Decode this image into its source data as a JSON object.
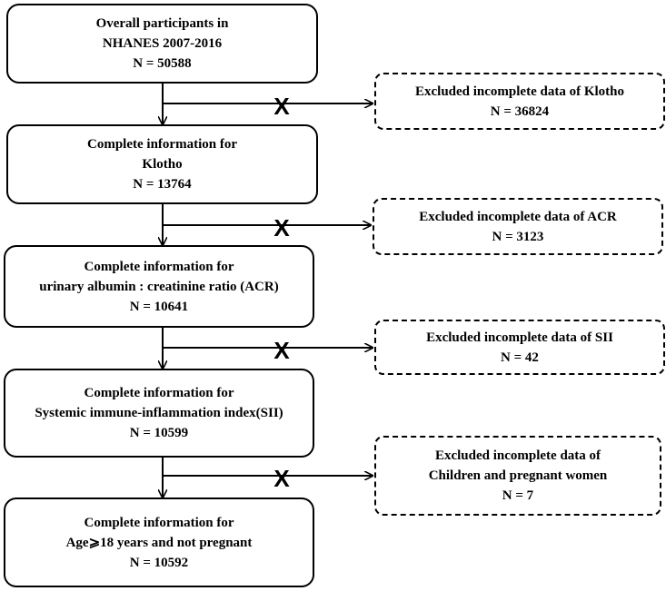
{
  "main_boxes": [
    {
      "lines": [
        "Overall participants in",
        "NHANES 2007-2016",
        "N = 50588"
      ]
    },
    {
      "lines": [
        "Complete information for",
        "Klotho",
        "N = 13764"
      ]
    },
    {
      "lines": [
        "Complete information for",
        "urinary albumin : creatinine ratio (ACR)",
        "N = 10641"
      ]
    },
    {
      "lines": [
        "Complete information for",
        "Systemic immune-inflammation index(SII)",
        "N = 10599"
      ]
    },
    {
      "lines": [
        "Complete information for",
        "Age⩾18 years and not pregnant",
        "N = 10592"
      ]
    }
  ],
  "excluded_boxes": [
    {
      "lines": [
        "Excluded incomplete data of Klotho",
        "N = 36824"
      ]
    },
    {
      "lines": [
        "Excluded incomplete data of ACR",
        "N = 3123"
      ]
    },
    {
      "lines": [
        "Excluded incomplete data of SII",
        "N = 42"
      ]
    },
    {
      "lines": [
        "Excluded incomplete data of",
        "Children and pregnant women",
        "N = 7"
      ]
    }
  ],
  "cross_mark": "X"
}
